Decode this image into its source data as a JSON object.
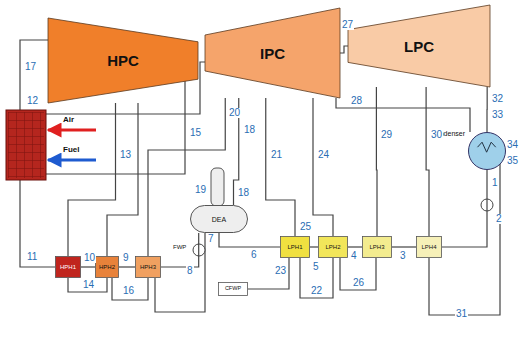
{
  "diagram": {
    "nodes": [
      {
        "text": [
          "HPC"
        ]
      },
      {
        "text": [
          "IPC"
        ]
      },
      {
        "text": [
          "LPC"
        ]
      },
      {
        "text": [
          "Condenser"
        ]
      },
      {
        "text": [
          "HPH1"
        ]
      },
      {
        "text": [
          "HPH2"
        ]
      },
      {
        "text": [
          "HPH3"
        ]
      },
      {
        "text": [
          "DEA"
        ]
      },
      {
        "text": [
          "CFWP"
        ]
      },
      {
        "text": [
          "LPH1"
        ]
      },
      {
        "text": [
          "LPH2"
        ]
      },
      {
        "text": [
          "LPH3"
        ]
      },
      {
        "text": [
          "LPH4"
        ]
      }
    ],
    "edges": [
      {
        "from": 0,
        "to": 4,
        "arrow": "none"
      },
      {
        "from": 0,
        "to": 5,
        "arrow": "none"
      },
      {
        "from": 1,
        "to": 6,
        "arrow": "none"
      },
      {
        "from": 1,
        "to": 7,
        "arrow": "none"
      },
      {
        "from": 1,
        "to": 9,
        "arrow": "none"
      },
      {
        "from": 1,
        "to": 10,
        "arrow": "none"
      },
      {
        "from": 1,
        "to": 2,
        "arrow": "none"
      },
      {
        "from": 2,
        "to": 11,
        "arrow": "none"
      },
      {
        "from": 2,
        "to": 12,
        "arrow": "none"
      },
      {
        "from": 2,
        "to": 3,
        "arrow": "none"
      },
      {
        "from": 3,
        "to": 12,
        "arrow": "none"
      },
      {
        "from": 12,
        "to": 11,
        "arrow": "none"
      },
      {
        "from": 11,
        "to": 10,
        "arrow": "none"
      },
      {
        "from": 10,
        "to": 9,
        "arrow": "none"
      },
      {
        "from": 9,
        "to": 7,
        "arrow": "none"
      },
      {
        "from": 7,
        "to": 6,
        "arrow": "none"
      },
      {
        "from": 6,
        "to": 5,
        "arrow": "none"
      },
      {
        "from": 5,
        "to": 4,
        "arrow": "none"
      },
      {
        "from": 9,
        "to": 8,
        "arrow": "none"
      }
    ],
    "labels": [
      "17",
      "12",
      "Air",
      "Fuel",
      "13",
      "15",
      "18",
      "20",
      "18",
      "19",
      "21",
      "24",
      "27",
      "28",
      "29",
      "30",
      "32",
      "33",
      "34",
      "35",
      "1",
      "2",
      "3",
      "4",
      "5",
      "6",
      "7",
      "8",
      "FWP",
      "9",
      "10",
      "11",
      "14",
      "16",
      "22",
      "23",
      "25",
      "26",
      "31"
    ]
  }
}
